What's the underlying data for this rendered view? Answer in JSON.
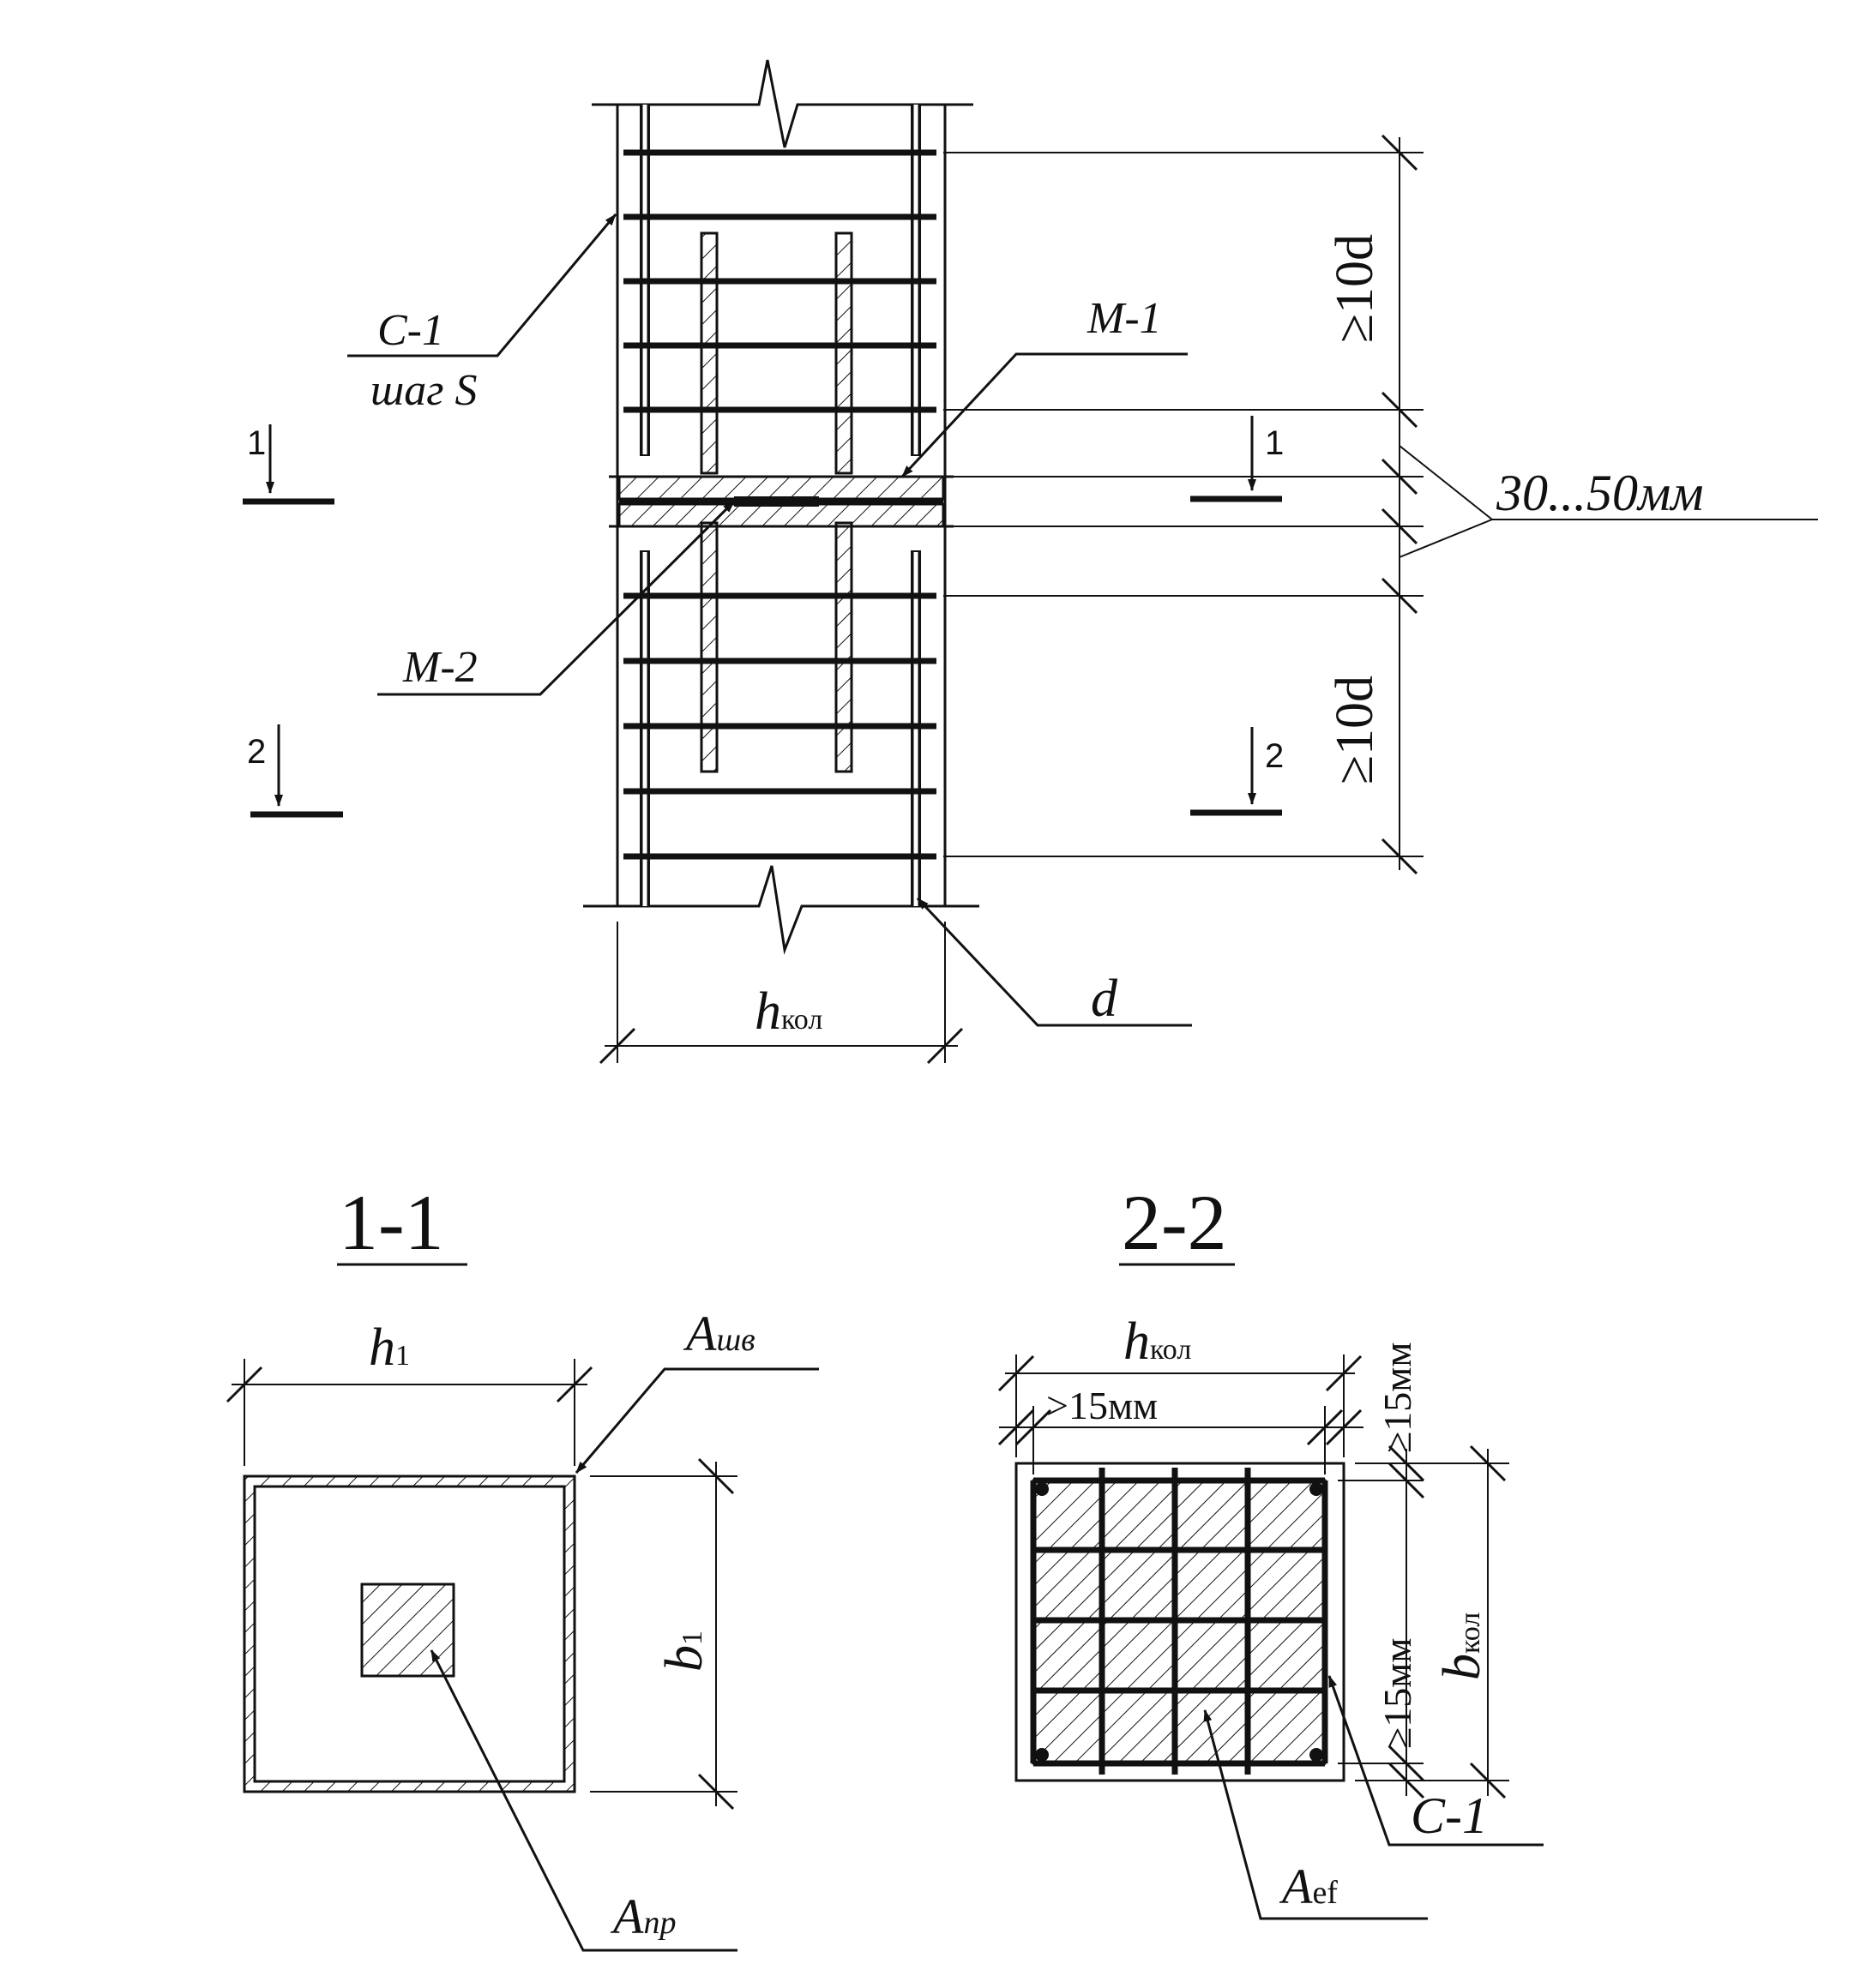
{
  "elevation": {
    "stirrup_label": "С-1",
    "stirrup_step_label": "шаг S",
    "mesh1_label": "М-1",
    "mesh2_label": "М-2",
    "dim_upper": "≥10d",
    "dim_lower": "≥10d",
    "gap_label": "30...50мм",
    "width_label_main": "h",
    "width_label_sub": "кол",
    "bar_diameter_label": "d",
    "section1_mark": "1",
    "section2_mark": "2"
  },
  "section_1_1": {
    "title": "1-1",
    "width_label_main": "h",
    "width_label_sub": "1",
    "height_label_main": "b",
    "height_label_sub": "1",
    "weld_area_main": "A",
    "weld_area_sub": "шв",
    "core_area_main": "A",
    "core_area_sub": "пр"
  },
  "section_2_2": {
    "title": "2-2",
    "width_label_main": "h",
    "width_label_sub": "кол",
    "cover_top": ">15мм",
    "cover_right_top": "≥15мм",
    "cover_right_bottom": "≥15мм",
    "height_label_main": "b",
    "height_label_sub": "кол",
    "stirrup_label": "С-1",
    "eff_area_main": "A",
    "eff_area_sub": "ef"
  },
  "colors": {
    "ink": "#111111",
    "paper": "#ffffff"
  }
}
